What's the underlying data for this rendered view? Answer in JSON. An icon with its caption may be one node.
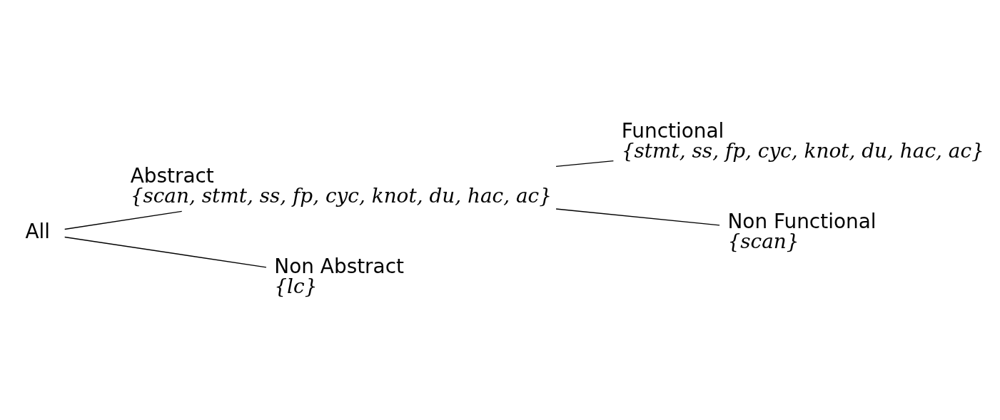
{
  "diagram": {
    "nodes": [
      {
        "text": [
          "All"
        ]
      },
      {
        "text": [
          "Abstract",
          "{scan, stmt, ss, fp, cyc, knot, du, hac, ac}"
        ]
      },
      {
        "text": [
          "Non Abstract",
          "{lc}"
        ]
      },
      {
        "text": [
          "Functional",
          "{stmt, ss, fp, cyc, knot, du, hac, ac}"
        ]
      },
      {
        "text": [
          "Non Functional",
          "{scan}"
        ]
      }
    ],
    "edges": [
      {
        "from": 0,
        "to": 1,
        "arrow": "none"
      },
      {
        "from": 0,
        "to": 2,
        "arrow": "none"
      },
      {
        "from": 1,
        "to": 3,
        "arrow": "none"
      },
      {
        "from": 1,
        "to": 4,
        "arrow": "none"
      }
    ]
  }
}
